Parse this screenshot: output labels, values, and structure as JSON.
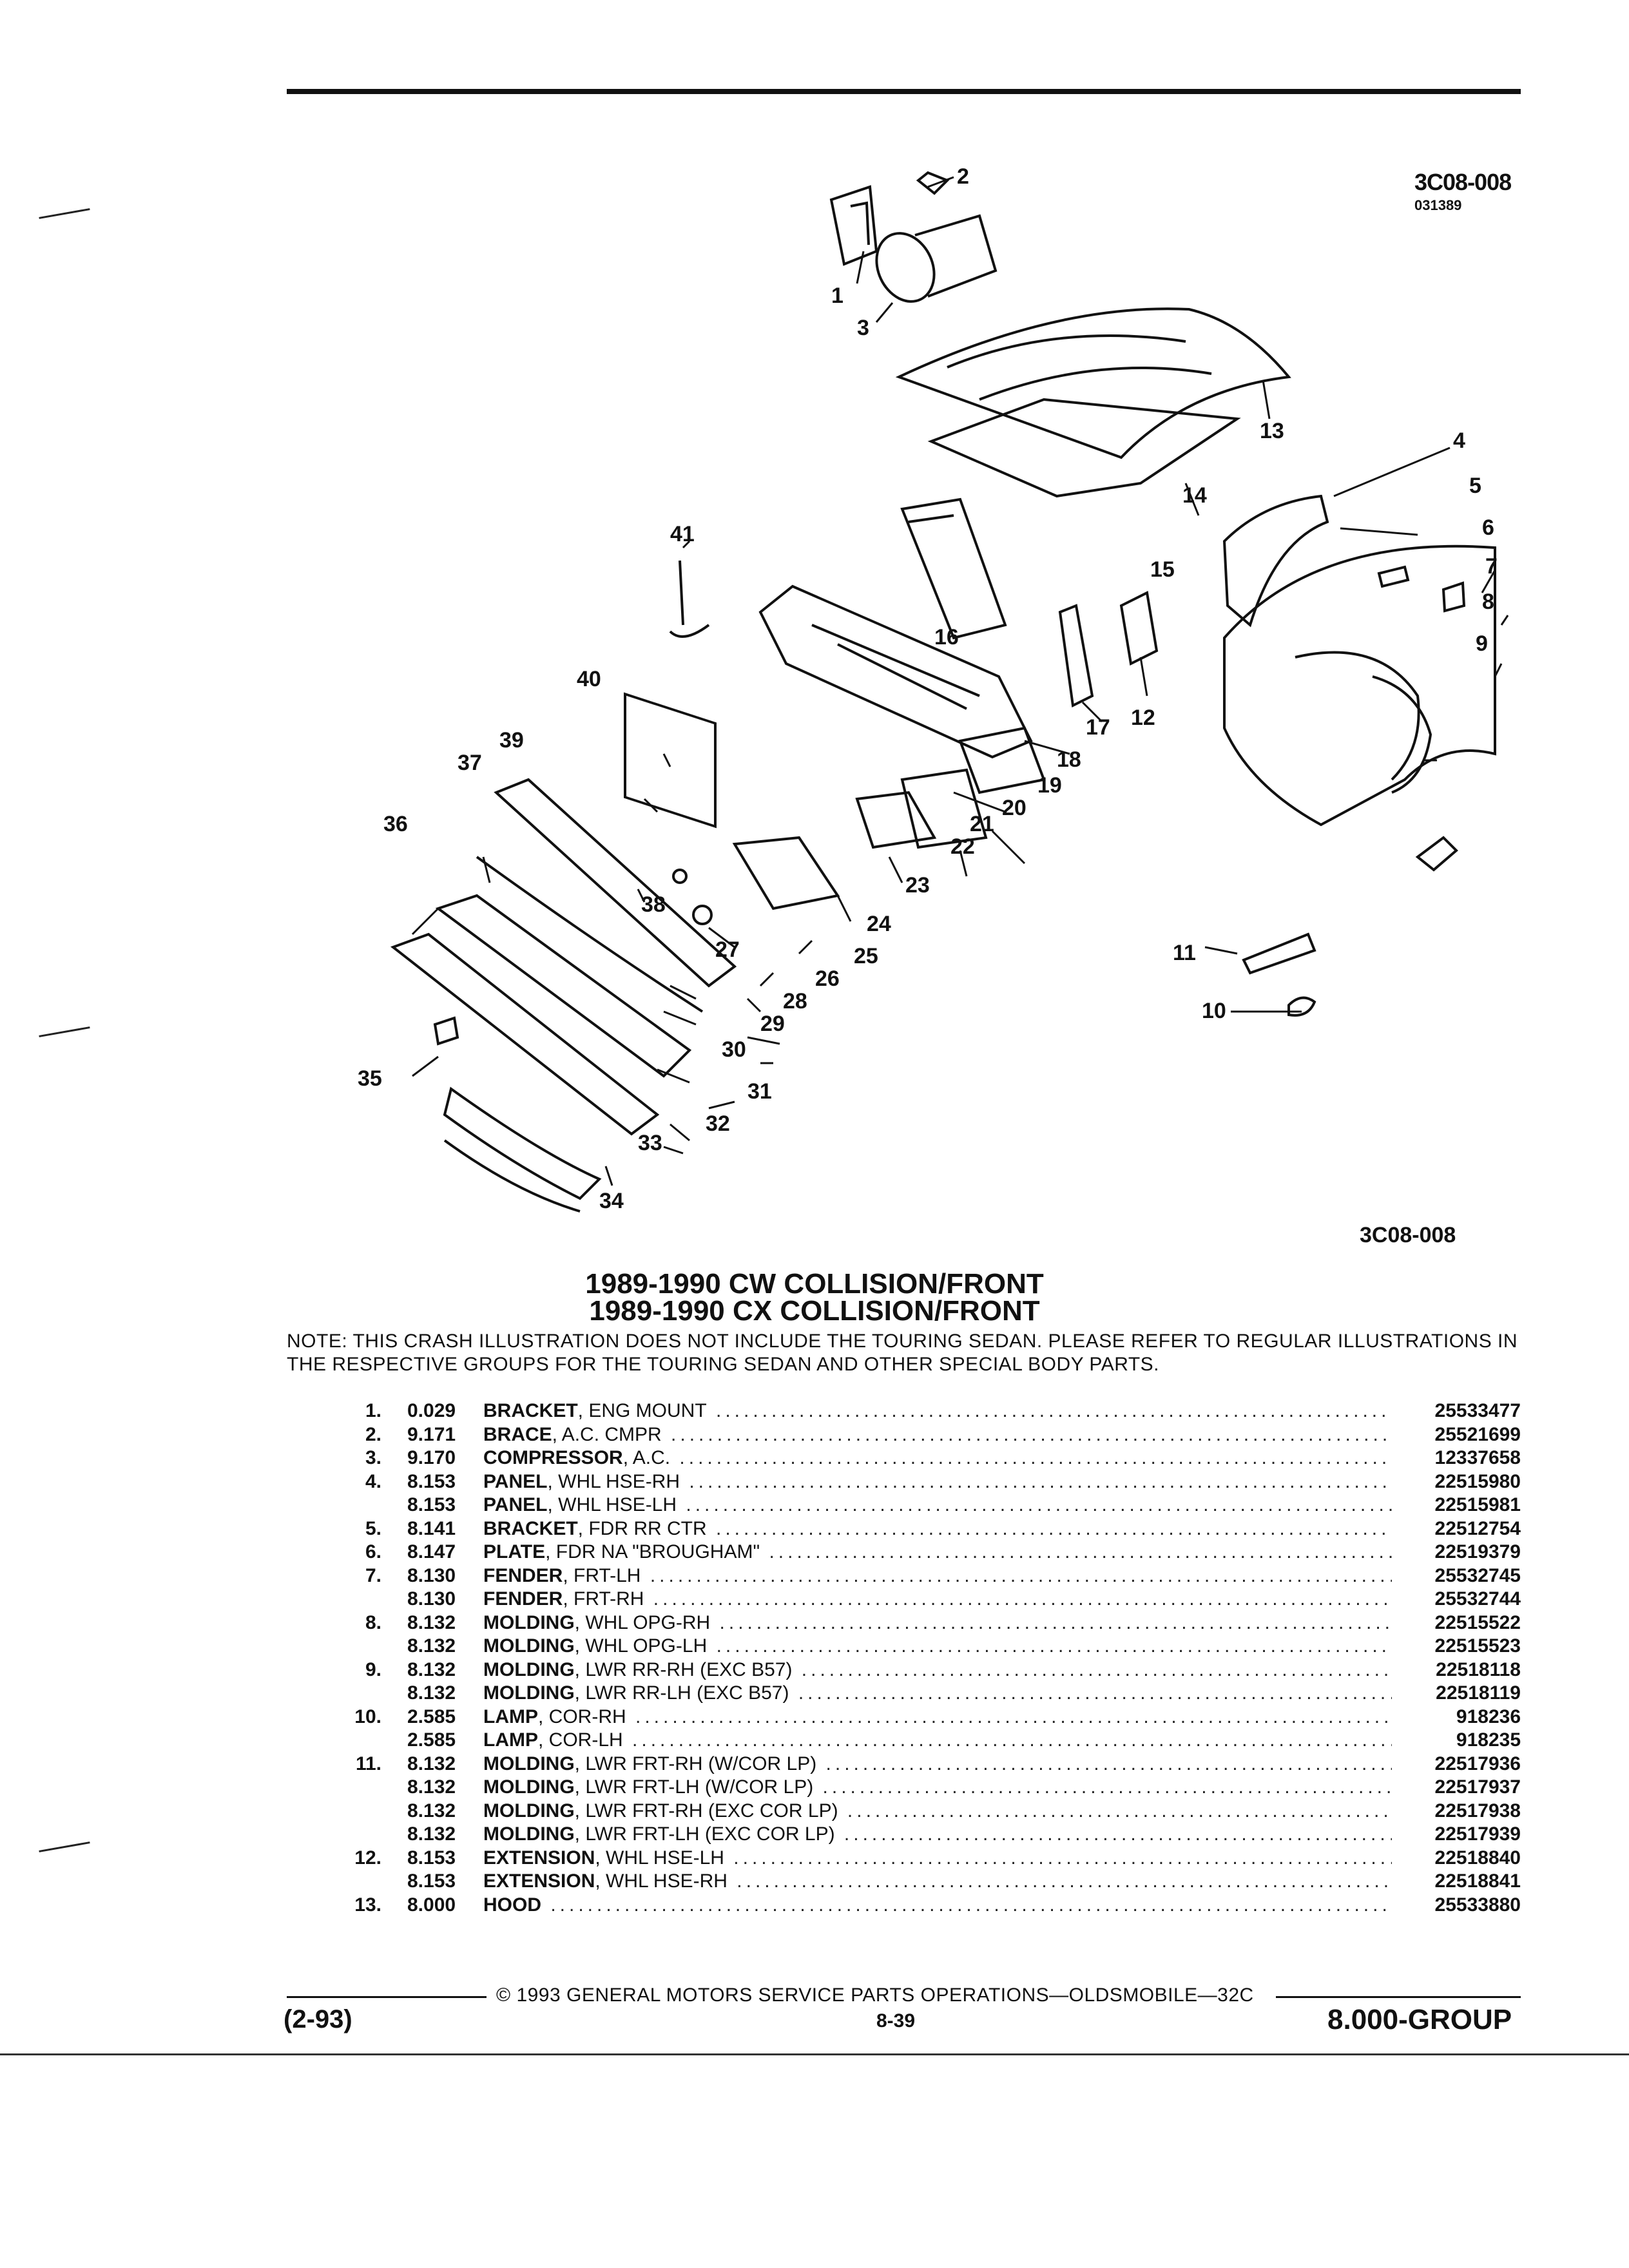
{
  "ref_code_top": "3C08-008",
  "ref_code_top_sub": "031389",
  "ref_code_bottom": "3C08-008",
  "titles": [
    "1989-1990 CW COLLISION/FRONT",
    "1989-1990 CX COLLISION/FRONT"
  ],
  "note": "NOTE: THIS CRASH ILLUSTRATION DOES NOT INCLUDE THE TOURING SEDAN. PLEASE REFER TO REGULAR ILLUSTRATIONS IN THE RESPECTIVE GROUPS FOR THE TOURING SEDAN AND OTHER SPECIAL BODY PARTS.",
  "diagram_callouts": [
    "1",
    "2",
    "3",
    "4",
    "5",
    "6",
    "7",
    "8",
    "9",
    "10",
    "11",
    "12",
    "13",
    "14",
    "15",
    "16",
    "17",
    "18",
    "19",
    "20",
    "21",
    "22",
    "23",
    "24",
    "25",
    "26",
    "27",
    "28",
    "29",
    "30",
    "31",
    "32",
    "33",
    "34",
    "35",
    "36",
    "37",
    "38",
    "39",
    "40",
    "41"
  ],
  "parts": [
    {
      "item": "1.",
      "group": "0.029",
      "name": "BRACKET",
      "desc": ", ENG MOUNT",
      "part": "25533477"
    },
    {
      "item": "2.",
      "group": "9.171",
      "name": "BRACE",
      "desc": ", A.C. CMPR",
      "part": "25521699"
    },
    {
      "item": "3.",
      "group": "9.170",
      "name": "COMPRESSOR",
      "desc": ", A.C.",
      "part": "12337658"
    },
    {
      "item": "4.",
      "group": "8.153",
      "name": "PANEL",
      "desc": ", WHL HSE-RH",
      "part": "22515980"
    },
    {
      "item": "",
      "group": "8.153",
      "name": "PANEL",
      "desc": ", WHL HSE-LH",
      "part": "22515981"
    },
    {
      "item": "5.",
      "group": "8.141",
      "name": "BRACKET",
      "desc": ", FDR RR CTR",
      "part": "22512754"
    },
    {
      "item": "6.",
      "group": "8.147",
      "name": "PLATE",
      "desc": ", FDR NA \"BROUGHAM\"",
      "part": "22519379"
    },
    {
      "item": "7.",
      "group": "8.130",
      "name": "FENDER",
      "desc": ", FRT-LH",
      "part": "25532745"
    },
    {
      "item": "",
      "group": "8.130",
      "name": "FENDER",
      "desc": ", FRT-RH",
      "part": "25532744"
    },
    {
      "item": "8.",
      "group": "8.132",
      "name": "MOLDING",
      "desc": ", WHL OPG-RH",
      "part": "22515522"
    },
    {
      "item": "",
      "group": "8.132",
      "name": "MOLDING",
      "desc": ", WHL OPG-LH",
      "part": "22515523"
    },
    {
      "item": "9.",
      "group": "8.132",
      "name": "MOLDING",
      "desc": ", LWR RR-RH (EXC B57)",
      "part": "22518118"
    },
    {
      "item": "",
      "group": "8.132",
      "name": "MOLDING",
      "desc": ", LWR RR-LH (EXC B57)",
      "part": "22518119"
    },
    {
      "item": "10.",
      "group": "2.585",
      "name": "LAMP",
      "desc": ", COR-RH",
      "part": "918236"
    },
    {
      "item": "",
      "group": "2.585",
      "name": "LAMP",
      "desc": ", COR-LH",
      "part": "918235"
    },
    {
      "item": "11.",
      "group": "8.132",
      "name": "MOLDING",
      "desc": ", LWR FRT-RH (W/COR LP)",
      "part": "22517936"
    },
    {
      "item": "",
      "group": "8.132",
      "name": "MOLDING",
      "desc": ", LWR FRT-LH (W/COR LP)",
      "part": "22517937"
    },
    {
      "item": "",
      "group": "8.132",
      "name": "MOLDING",
      "desc": ", LWR FRT-RH (EXC COR LP)",
      "part": "22517938"
    },
    {
      "item": "",
      "group": "8.132",
      "name": "MOLDING",
      "desc": ", LWR FRT-LH (EXC COR LP)",
      "part": "22517939"
    },
    {
      "item": "12.",
      "group": "8.153",
      "name": "EXTENSION",
      "desc": ", WHL HSE-LH",
      "part": "22518840"
    },
    {
      "item": "",
      "group": "8.153",
      "name": "EXTENSION",
      "desc": ", WHL HSE-RH",
      "part": "22518841"
    },
    {
      "item": "13.",
      "group": "8.000",
      "name": "HOOD",
      "desc": "",
      "part": "25533880"
    }
  ],
  "footer": {
    "copyright": "© 1993 GENERAL MOTORS SERVICE PARTS OPERATIONS—OLDSMOBILE—32C",
    "date": "(2-93)",
    "page": "8-39",
    "group": "8.000-GROUP"
  }
}
